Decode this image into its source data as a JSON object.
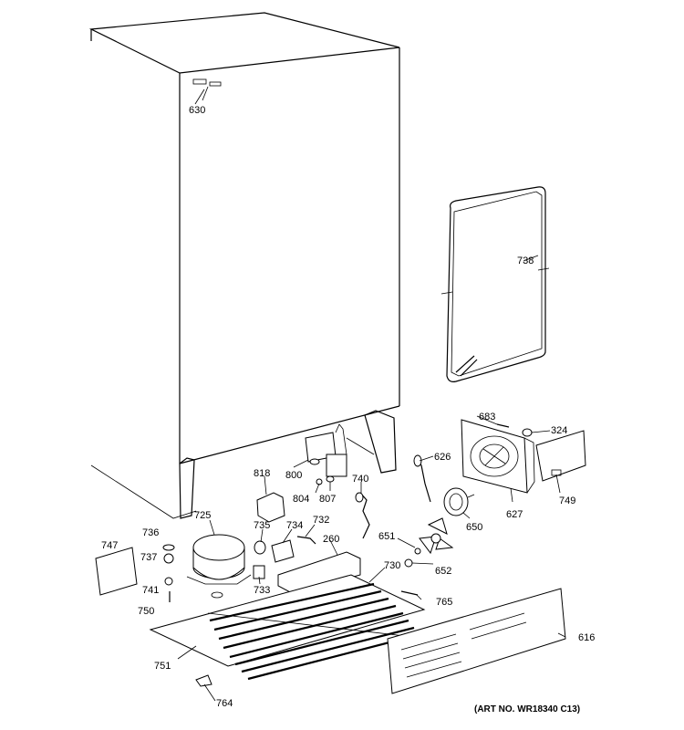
{
  "parts": [
    {
      "id": "630",
      "label": "630"
    },
    {
      "id": "738",
      "label": "738"
    },
    {
      "id": "683",
      "label": "683"
    },
    {
      "id": "324",
      "label": "324"
    },
    {
      "id": "626",
      "label": "626"
    },
    {
      "id": "627",
      "label": "627"
    },
    {
      "id": "749",
      "label": "749"
    },
    {
      "id": "650",
      "label": "650"
    },
    {
      "id": "651",
      "label": "651"
    },
    {
      "id": "652",
      "label": "652"
    },
    {
      "id": "818",
      "label": "818"
    },
    {
      "id": "800",
      "label": "800"
    },
    {
      "id": "804",
      "label": "804"
    },
    {
      "id": "807",
      "label": "807"
    },
    {
      "id": "740",
      "label": "740"
    },
    {
      "id": "725",
      "label": "725"
    },
    {
      "id": "735",
      "label": "735"
    },
    {
      "id": "734",
      "label": "734"
    },
    {
      "id": "732",
      "label": "732"
    },
    {
      "id": "260",
      "label": "260"
    },
    {
      "id": "730",
      "label": "730"
    },
    {
      "id": "733",
      "label": "733"
    },
    {
      "id": "736",
      "label": "736"
    },
    {
      "id": "737",
      "label": "737"
    },
    {
      "id": "741",
      "label": "741"
    },
    {
      "id": "747",
      "label": "747"
    },
    {
      "id": "750",
      "label": "750"
    },
    {
      "id": "765",
      "label": "765"
    },
    {
      "id": "616",
      "label": "616"
    },
    {
      "id": "751",
      "label": "751"
    },
    {
      "id": "764",
      "label": "764"
    }
  ],
  "caption": "(ART NO. WR18340 C13)"
}
